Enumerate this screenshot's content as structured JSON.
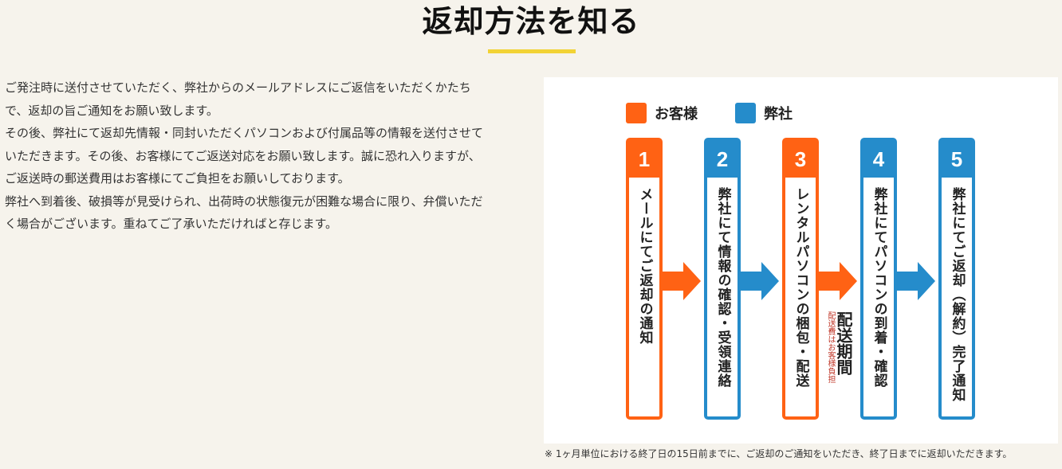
{
  "header": {
    "title": "返却方法を知る",
    "underline_color": "#f2d335"
  },
  "intro": {
    "lines": [
      "ご発注時に送付させていただく、弊社からのメールアドレスにご返信をいただくかたち",
      "で、返却の旨ご通知をお願い致します。",
      "その後、弊社にて返却先情報・同封いただくパソコンおよび付属品等の情報を送付させて",
      "いただきます。その後、お客様にてご返送対応をお願い致します。誠に恐れ入りますが、",
      "ご返送時の郵送費用はお客様にてご負担をお願いしております。",
      "弊社へ到着後、破損等が見受けられ、出荷時の状態復元が困難な場合に限り、弁償いただ",
      "く場合がございます。重ねてご了承いただければと存じます。"
    ]
  },
  "flow": {
    "legend": [
      {
        "label": "お客様",
        "color": "#ff6214"
      },
      {
        "label": "弊社",
        "color": "#258ccb"
      }
    ],
    "steps": [
      {
        "number": "1",
        "text": "メールにてご返却の通知",
        "owner": "customer"
      },
      {
        "number": "2",
        "text": "弊社にて情報の確認・受領連絡",
        "owner": "company"
      },
      {
        "number": "3",
        "text": "レンタルパソコンの梱包・配送",
        "owner": "customer"
      },
      {
        "number": "4",
        "text": "弊社にてパソコンの到着・確認",
        "owner": "company"
      },
      {
        "number": "5",
        "text": "弊社にてご返却（解約）完了通知",
        "owner": "company"
      }
    ],
    "shipping": {
      "label": "配送期間",
      "note": "配送費はお客様負担"
    },
    "colors": {
      "customer": "#ff6214",
      "company": "#258ccb"
    }
  },
  "footnote": "※ 1ヶ月単位における終了日の15日前までに、ご返却のご通知をいただき、終了日までに返却いただきます。"
}
